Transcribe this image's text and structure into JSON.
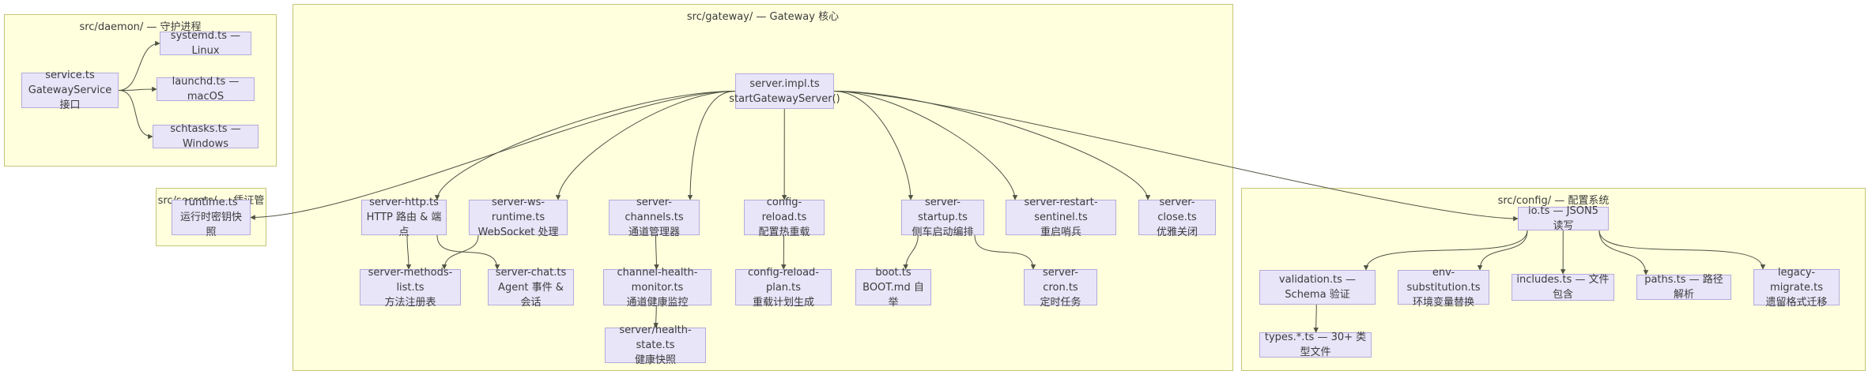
{
  "diagram": {
    "clusters": {
      "daemon": {
        "title": "src/daemon/ — 守护进程"
      },
      "secrets": {
        "title": "src/secrets/ — 凭证管理"
      },
      "gateway": {
        "title": "src/gateway/ — Gateway 核心"
      },
      "config": {
        "title": "src/config/ — 配置系统"
      }
    },
    "nodes": {
      "service": {
        "line1": "service.ts",
        "line2": "GatewayService 接口"
      },
      "systemd": {
        "line1": "systemd.ts — Linux"
      },
      "launchd": {
        "line1": "launchd.ts — macOS"
      },
      "schtasks": {
        "line1": "schtasks.ts — Windows"
      },
      "runtime": {
        "line1": "runtime.ts",
        "line2": "运行时密钥快照"
      },
      "impl": {
        "line1": "server.impl.ts",
        "line2": "startGatewayServer()"
      },
      "http": {
        "line1": "server-http.ts",
        "line2": "HTTP 路由 & 端点"
      },
      "ws": {
        "line1": "server-ws-runtime.ts",
        "line2": "WebSocket 处理"
      },
      "channels": {
        "line1": "server-channels.ts",
        "line2": "通道管理器"
      },
      "reload": {
        "line1": "config-reload.ts",
        "line2": "配置热重载"
      },
      "startup": {
        "line1": "server-startup.ts",
        "line2": "侧车启动编排"
      },
      "sentinel": {
        "line1": "server-restart-sentinel.ts",
        "line2": "重启哨兵"
      },
      "close": {
        "line1": "server-close.ts",
        "line2": "优雅关闭"
      },
      "methods": {
        "line1": "server-methods-list.ts",
        "line2": "方法注册表"
      },
      "chat": {
        "line1": "server-chat.ts",
        "line2": "Agent 事件 & 会话"
      },
      "monitor": {
        "line1": "channel-health-monitor.ts",
        "line2": "通道健康监控"
      },
      "plan": {
        "line1": "config-reload-plan.ts",
        "line2": "重载计划生成"
      },
      "boot": {
        "line1": "boot.ts",
        "line2": "BOOT.md 自举"
      },
      "cron": {
        "line1": "server-cron.ts",
        "line2": "定时任务"
      },
      "healthstate": {
        "line1": "server/health-state.ts",
        "line2": "健康快照"
      },
      "io": {
        "line1": "io.ts — JSON5 读写"
      },
      "validation": {
        "line1": "validation.ts — Schema 验证"
      },
      "env": {
        "line1": "env-substitution.ts",
        "line2": "环境变量替换"
      },
      "includes": {
        "line1": "includes.ts — 文件包含"
      },
      "paths": {
        "line1": "paths.ts — 路径解析"
      },
      "legacy": {
        "line1": "legacy-migrate.ts",
        "line2": "遗留格式迁移"
      },
      "types": {
        "line1": "types.*.ts — 30+ 类型文件"
      }
    },
    "edges": [
      {
        "from": "service",
        "to": "systemd",
        "fromSide": "right",
        "toSide": "left"
      },
      {
        "from": "service",
        "to": "launchd",
        "fromSide": "right",
        "toSide": "left"
      },
      {
        "from": "service",
        "to": "schtasks",
        "fromSide": "right",
        "toSide": "left"
      },
      {
        "from": "impl",
        "to": "runtime",
        "fromSide": "left",
        "toSide": "right"
      },
      {
        "from": "impl",
        "to": "http",
        "fromSide": "left"
      },
      {
        "from": "impl",
        "to": "ws",
        "fromSide": "left"
      },
      {
        "from": "impl",
        "to": "channels",
        "fromSide": "left"
      },
      {
        "from": "impl",
        "to": "reload"
      },
      {
        "from": "impl",
        "to": "startup",
        "fromSide": "right"
      },
      {
        "from": "impl",
        "to": "sentinel",
        "fromSide": "right"
      },
      {
        "from": "impl",
        "to": "close",
        "fromSide": "right"
      },
      {
        "from": "impl",
        "to": "io",
        "fromSide": "right",
        "toSide": "left"
      },
      {
        "from": "http",
        "to": "methods"
      },
      {
        "from": "ws",
        "to": "methods"
      },
      {
        "from": "http",
        "to": "chat"
      },
      {
        "from": "channels",
        "to": "monitor"
      },
      {
        "from": "reload",
        "to": "plan"
      },
      {
        "from": "startup",
        "to": "boot"
      },
      {
        "from": "startup",
        "to": "cron"
      },
      {
        "from": "monitor",
        "to": "healthstate"
      },
      {
        "from": "io",
        "to": "validation"
      },
      {
        "from": "io",
        "to": "env"
      },
      {
        "from": "io",
        "to": "includes"
      },
      {
        "from": "io",
        "to": "paths"
      },
      {
        "from": "io",
        "to": "legacy"
      },
      {
        "from": "validation",
        "to": "types"
      }
    ],
    "colors": {
      "canvas_bg": "#ffffff",
      "cluster_fill": "#ffffde",
      "cluster_border": "#c5c578",
      "node_fill": "#e8e5f8",
      "node_border": "#b5abdb",
      "edge": "#4f5243",
      "text": "#3c3c3c"
    }
  }
}
